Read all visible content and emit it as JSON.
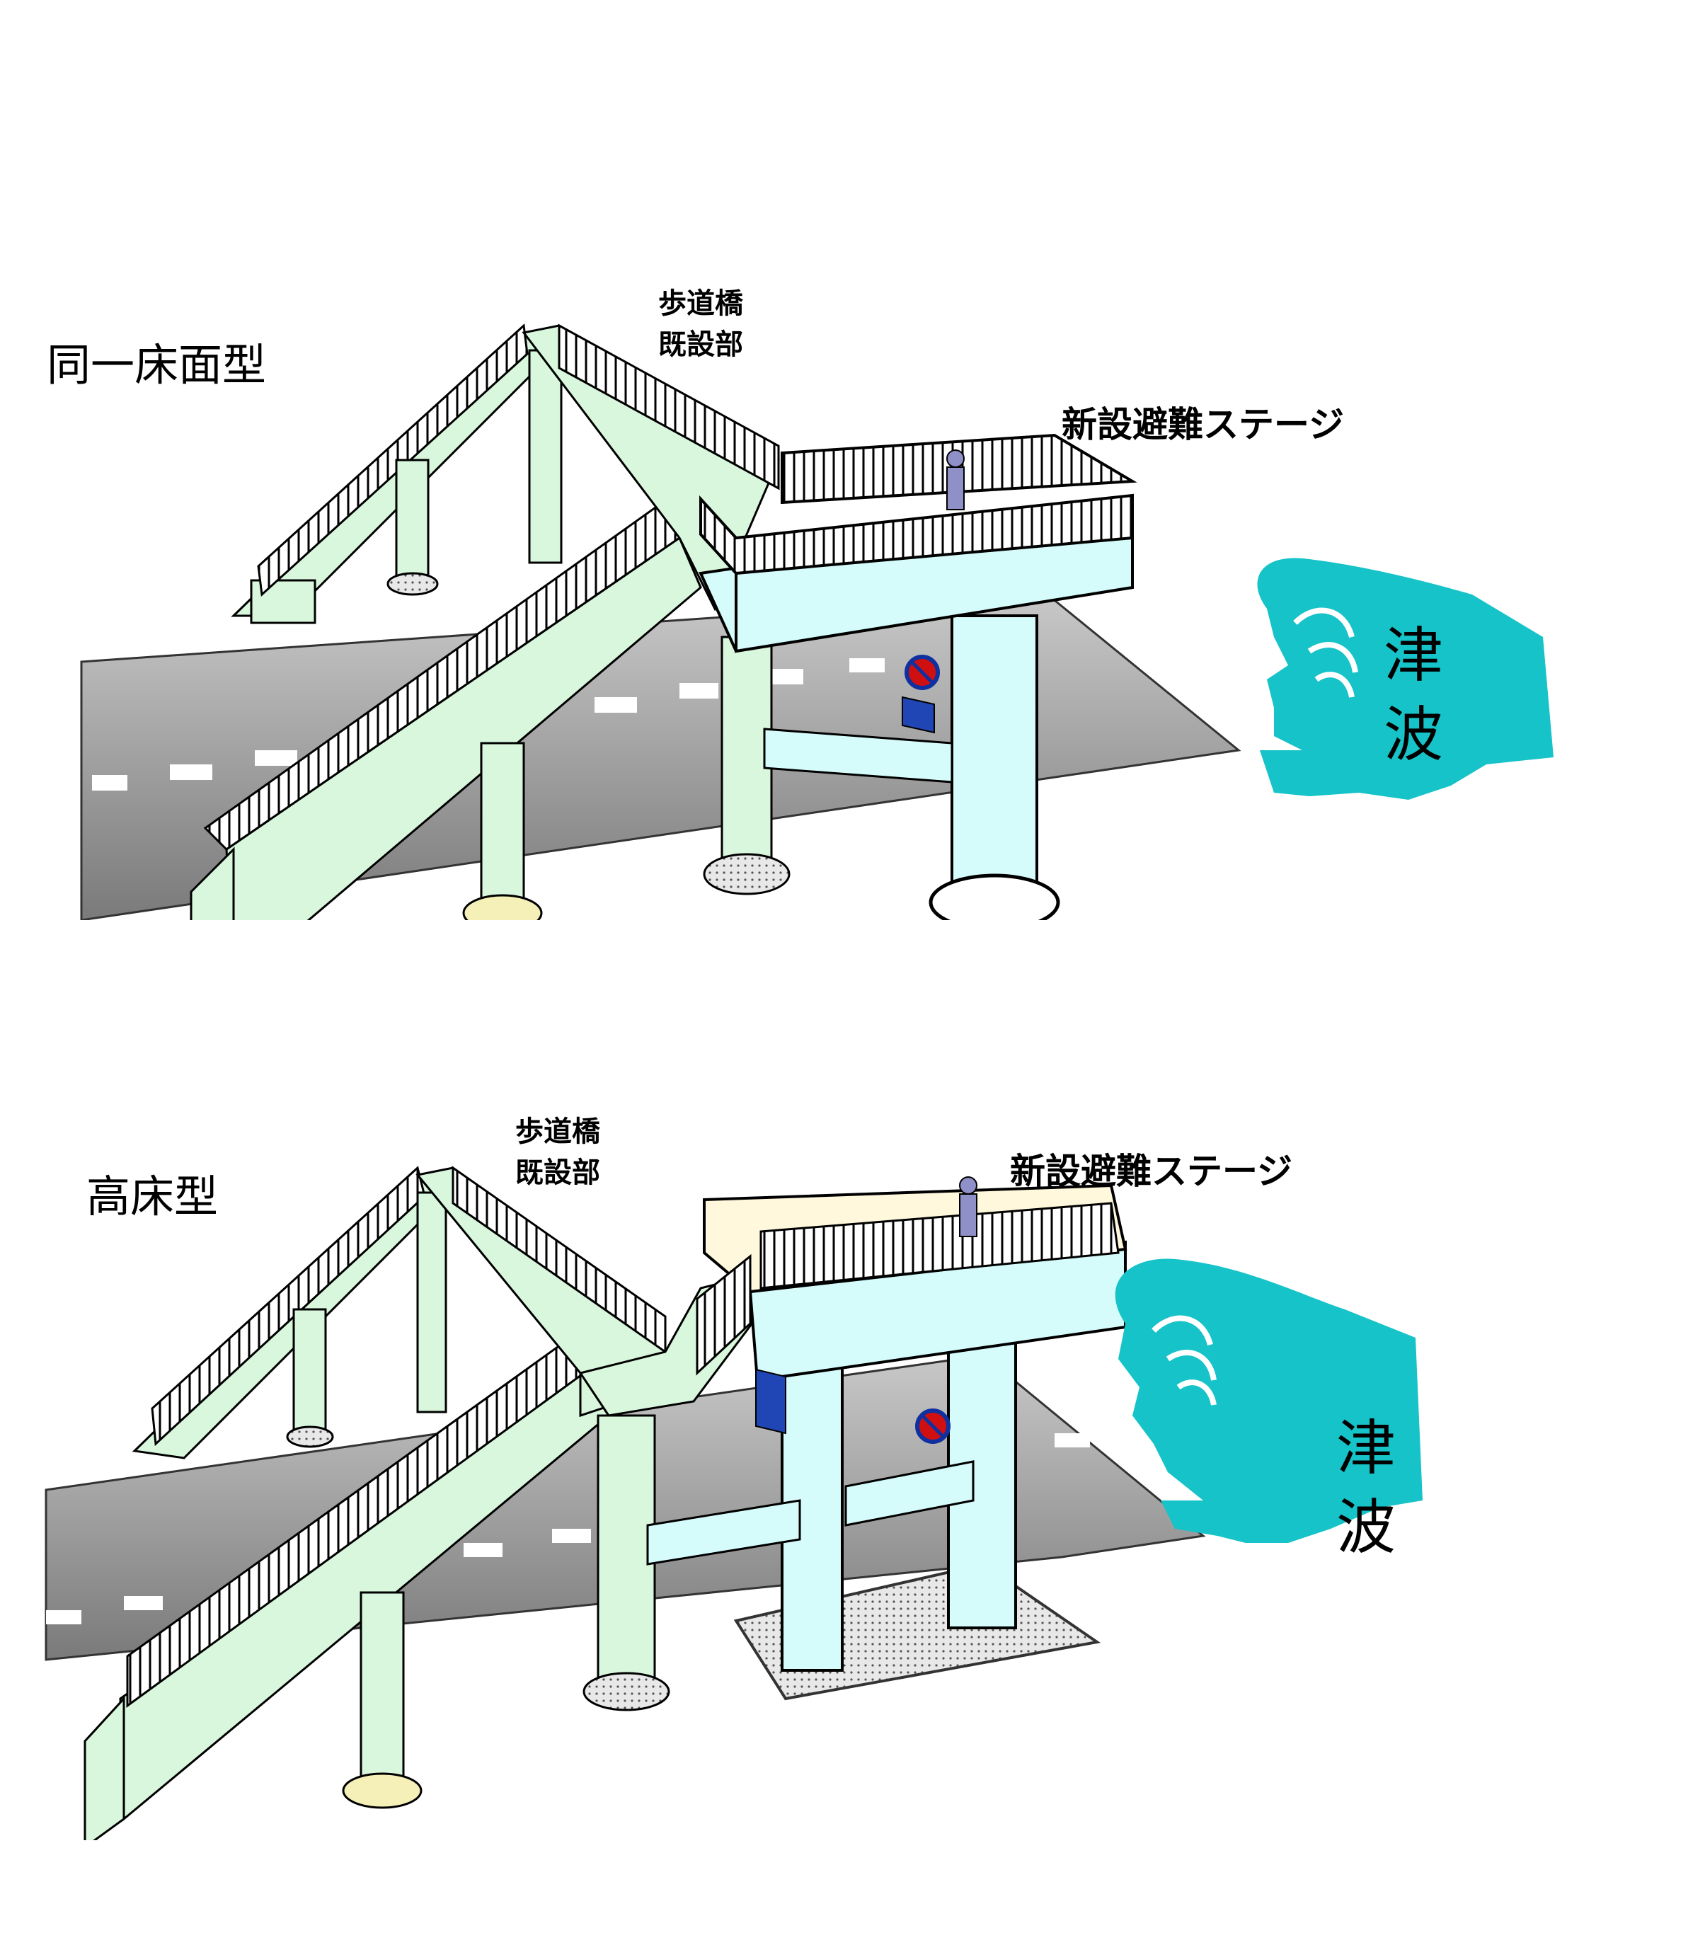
{
  "diagrams": [
    {
      "type_title": "同一床面型",
      "bridge_note_line1": "歩道橋",
      "bridge_note_line2": "既設部",
      "stage_label": "新設避難ステージ",
      "tsunami_line1": "津",
      "tsunami_line2": "波"
    },
    {
      "type_title": "高床型",
      "bridge_note_line1": "歩道橋",
      "bridge_note_line2": "既設部",
      "stage_label": "新設避難ステージ",
      "tsunami_line1": "津",
      "tsunami_line2": "波"
    }
  ],
  "colors": {
    "bridge": "#d9f7dd",
    "stage": "#d6fbfb",
    "road": "#9a9a9a",
    "tsunami": "#15c3c8",
    "railing_back": "#fff8dc",
    "footing": "#f5f0b8"
  }
}
